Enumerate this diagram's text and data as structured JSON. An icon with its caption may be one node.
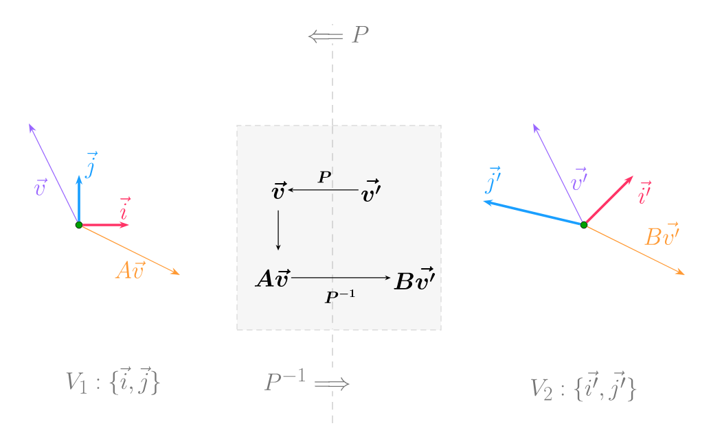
{
  "diagram": {
    "nodes": [
      {
        "text": [],
        "shape": "box"
      },
      {
        "text": [
          "\\boldsymbol{\\vec{v}}"
        ],
        "in": 0
      },
      {
        "text": [
          "\\boldsymbol{\\vec{v'}}"
        ],
        "in": 0
      },
      {
        "text": [
          "\\boldsymbol{A\\vec{v}}"
        ],
        "in": 0
      },
      {
        "text": [
          "\\boldsymbol{B\\vec{v'}}"
        ],
        "in": 0
      },
      {
        "text": [],
        "shape": "circle"
      },
      {
        "text": [],
        "shape": "circle"
      }
    ],
    "edges": [
      {
        "from": 2,
        "to": 1,
        "arrow": "to",
        "label": "\\boldsymbol{P}"
      },
      {
        "from": 1,
        "to": 3,
        "arrow": "to"
      },
      {
        "from": 3,
        "to": 4,
        "arrow": "to",
        "label": "\\boldsymbol{P^{-1}}"
      },
      {
        "from": 5,
        "to": null,
        "arrow": "to",
        "label": "\\vec{v}",
        "color": "#9966ff"
      },
      {
        "from": 5,
        "to": null,
        "arrow": "to",
        "label": "\\vec{j}",
        "color": "#1a9fff",
        "style": "thick"
      },
      {
        "from": 5,
        "to": null,
        "arrow": "to",
        "label": "\\vec{i}",
        "color": "#ff3366",
        "style": "thick"
      },
      {
        "from": 5,
        "to": null,
        "arrow": "to",
        "label": "A\\vec{v}",
        "color": "#ff9933"
      },
      {
        "from": 6,
        "to": null,
        "arrow": "to",
        "label": "\\vec{v'}",
        "color": "#9966ff"
      },
      {
        "from": 6,
        "to": null,
        "arrow": "to",
        "label": "\\vec{j'}",
        "color": "#1a9fff",
        "style": "thick"
      },
      {
        "from": 6,
        "to": null,
        "arrow": "to",
        "label": "\\vec{i'}",
        "color": "#ff3366",
        "style": "thick"
      },
      {
        "from": 6,
        "to": null,
        "arrow": "to",
        "label": "B\\vec{v'}",
        "color": "#ff9933"
      }
    ],
    "labels": [
      "\\Longleftarrow P",
      "V_1 : \\{\\vec{i}, \\vec{j}\\}",
      "P^{-1} \\Longrightarrow",
      "V_2 : \\{\\vec{i'}, \\vec{j'}\\}"
    ]
  }
}
